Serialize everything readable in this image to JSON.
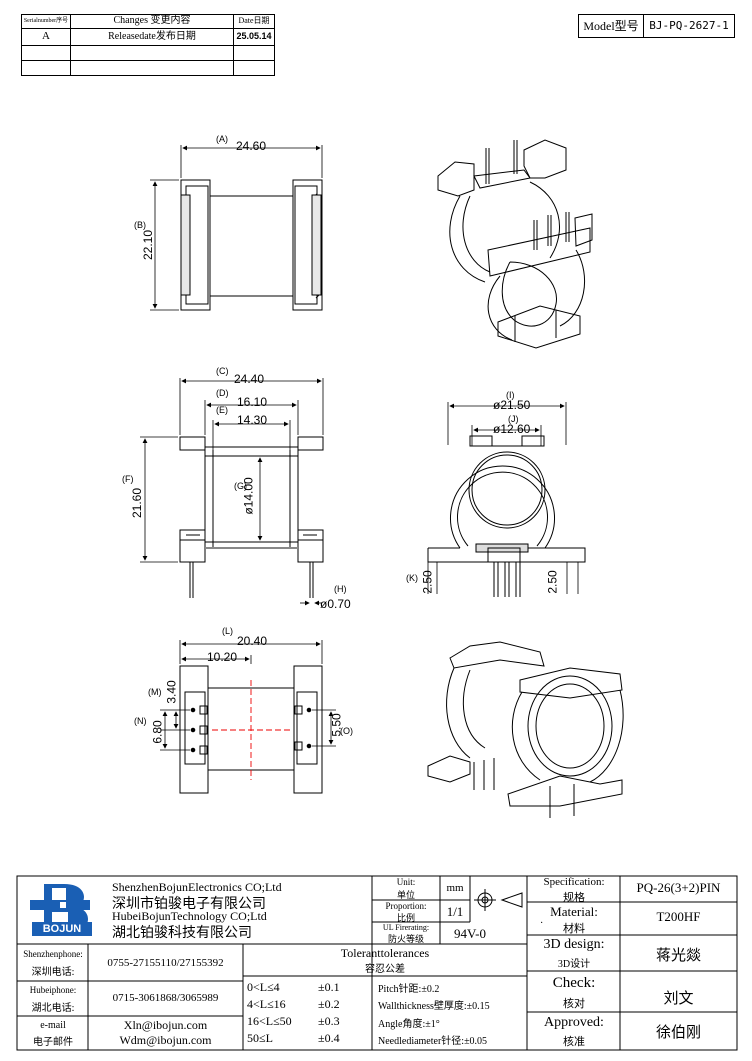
{
  "revision_table": {
    "headers": {
      "serial": "Serialnumber序号",
      "changes": "Changes 变更内容",
      "date": "Date日期"
    },
    "rows": [
      {
        "serial": "A",
        "changes": "Releasedate发布日期",
        "date": "25.05.14"
      },
      {
        "serial": "",
        "changes": "",
        "date": ""
      },
      {
        "serial": "",
        "changes": "",
        "date": ""
      }
    ]
  },
  "model": {
    "label": "Model型号",
    "value": "BJ-PQ-2627-1"
  },
  "dimensions": {
    "A": "(A)",
    "A_val": "24.60",
    "B": "(B)",
    "B_val": "22.10",
    "C": "(C)",
    "C_val": "24.40",
    "D": "(D)",
    "D_val": "16.10",
    "E": "(E)",
    "E_val": "14.30",
    "F": "(F)",
    "F_val": "21.60",
    "G": "(G)",
    "G_val": "ø14.00",
    "H": "(H)",
    "H_val": "ø0.70",
    "I": "(I)",
    "I_val": "ø21.50",
    "J": "(J)",
    "J_val": "ø12.60",
    "K": "(K)",
    "K_val": "2.50",
    "K_val2": "2.50",
    "L": "(L)",
    "L_val": "20.40",
    "L_val2": "10.20",
    "M": "(M)",
    "M_val": "3.40",
    "N": "(N)",
    "N_val": "6.80",
    "O": "(O)",
    "O_val": "5.50"
  },
  "title_block": {
    "logo_text": "BOJUN",
    "company": {
      "en1": "ShenzhenBojunElectronics CO;Ltd",
      "cn1": "深圳市铂骏电子有限公司",
      "en2": "HubeiBojunTechnology CO;Ltd",
      "cn2": "湖北铂骏科技有限公司"
    },
    "unit_label": "Unit:",
    "unit_label_cn": "单位",
    "unit_value": "mm",
    "proportion_label": "Proportion:",
    "proportion_label_cn": "比例",
    "proportion_value": "1/1",
    "ul_label": "UL Firerating:",
    "ul_label_cn": "防火等级",
    "ul_value": "94V-0",
    "specification_label": "Specification:",
    "specification_label_cn": "规格",
    "specification_value": "PQ-26(3+2)PIN",
    "material_label": "Material:",
    "material_label_cn": "材料",
    "material_dot": "·",
    "material_value": "T200HF",
    "design_label": "3D design:",
    "design_label_cn": "3D设计",
    "design_value": "蒋光燚",
    "check_label": "Check:",
    "check_label_cn": "核对",
    "check_value": "刘文",
    "approved_label": "Approved:",
    "approved_label_cn": "核准",
    "approved_value": "徐伯刚",
    "contacts": [
      {
        "label_en": "Shenzhenphone:",
        "label_cn": "深圳电话:",
        "value": "0755-27155110/27155392"
      },
      {
        "label_en": "Hubeiphone:",
        "label_cn": "湖北电话:",
        "value": "0715-3061868/3065989"
      },
      {
        "label_en": "e-mail",
        "label_cn": "电子邮件",
        "value": "Xln@ibojun.com",
        "value2": "Wdm@ibojun.com"
      }
    ],
    "tolerances": {
      "title": "Toleranttolerances",
      "title_cn": "容忍公差",
      "ranges": [
        {
          "range": "0<L≤4",
          "tol": "±0.1"
        },
        {
          "range": "4<L≤16",
          "tol": "±0.2"
        },
        {
          "range": "16<L≤50",
          "tol": "±0.3"
        },
        {
          "range": "50≤L",
          "tol": "±0.4"
        }
      ],
      "notes": [
        "Pitch针距:±0.2",
        "Wallthickness壁厚度:±0.15",
        "Angle角度:±1°",
        "Needlediameter针径:±0.05"
      ]
    }
  }
}
